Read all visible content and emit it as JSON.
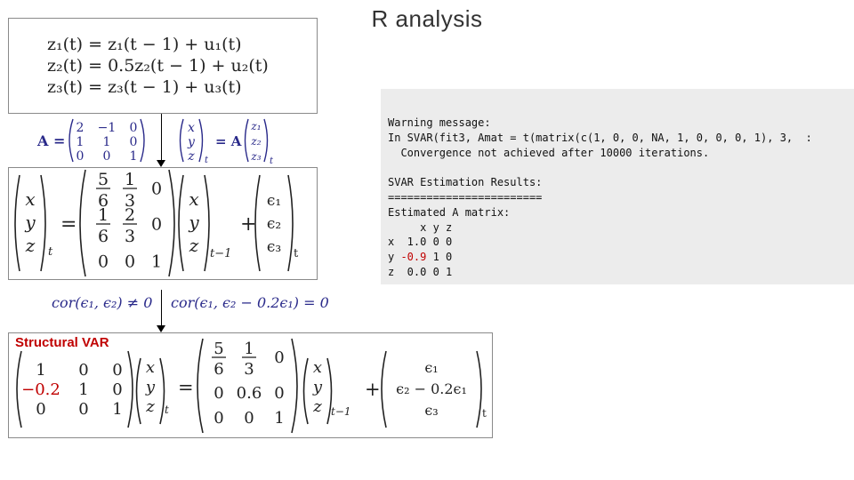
{
  "title": "R analysis",
  "box1": {
    "lines": [
      "z₁(t) = z₁(t − 1) + u₁(t)",
      "z₂(t) = 0.5z₂(t − 1) + u₂(t)",
      "z₃(t) = z₃(t − 1) + u₃(t)"
    ]
  },
  "transform": {
    "a_label": "A =",
    "a_matrix": [
      [
        "2",
        "−1",
        "0"
      ],
      [
        "1",
        "1",
        "0"
      ],
      [
        "0",
        "0",
        "1"
      ]
    ],
    "xyz": [
      "x",
      "y",
      "z"
    ],
    "t_sub": "t",
    "equals_a": "= A",
    "z_vector": [
      "z₁",
      "z₂",
      "z₃"
    ]
  },
  "box2": {
    "lhs": [
      "x",
      "y",
      "z"
    ],
    "lhs_sub": "t",
    "equals": "=",
    "coef": [
      [
        "5/6",
        "1/3",
        "0"
      ],
      [
        "1/6",
        "2/3",
        "0"
      ],
      [
        "0",
        "0",
        "1"
      ]
    ],
    "rhs_sub": "t−1",
    "plus": "+",
    "eps": [
      "ϵ₁",
      "ϵ₂",
      "ϵ₃"
    ],
    "eps_sub": "t"
  },
  "correlation": {
    "left": "cor(ϵ₁, ϵ₂) ≠ 0",
    "right": "cor(ϵ₁, ϵ₂ − 0.2ϵ₁) = 0"
  },
  "code": {
    "lines": [
      "Warning message:",
      "In SVAR(fit3, Amat = t(matrix(c(1, 0, 0, NA, 1, 0, 0, 0, 1), 3,  :",
      "  Convergence not achieved after 10000 iterations.",
      "",
      "SVAR Estimation Results:",
      "========================",
      "Estimated A matrix:",
      "     x y z",
      "x  1.0 0 0",
      "y ",
      "z  0.0 0 1"
    ],
    "highlight": "-0.9",
    "highlight_rest": " 1 0",
    "highlight_color": "#c00000"
  },
  "box3": {
    "label": "Structural VAR",
    "a_matrix": [
      [
        "1",
        "0",
        "0"
      ],
      [
        "−0.2",
        "1",
        "0"
      ],
      [
        "0",
        "0",
        "1"
      ]
    ],
    "xyz": [
      "x",
      "y",
      "z"
    ],
    "t_sub": "t",
    "equals": "=",
    "coef": [
      [
        "5/6",
        "1/3",
        "0"
      ],
      [
        "0",
        "0.6",
        "0"
      ],
      [
        "0",
        "0",
        "1"
      ]
    ],
    "rhs_sub": "t−1",
    "plus": "+",
    "eps": [
      "ϵ₁",
      "ϵ₂ − 0.2ϵ₁",
      "ϵ₃"
    ],
    "eps_sub": "t",
    "negative_color": "#c00000"
  },
  "colors": {
    "equation_blue": "#2a2a8a",
    "text": "#222222",
    "code_bg": "#ececec"
  }
}
